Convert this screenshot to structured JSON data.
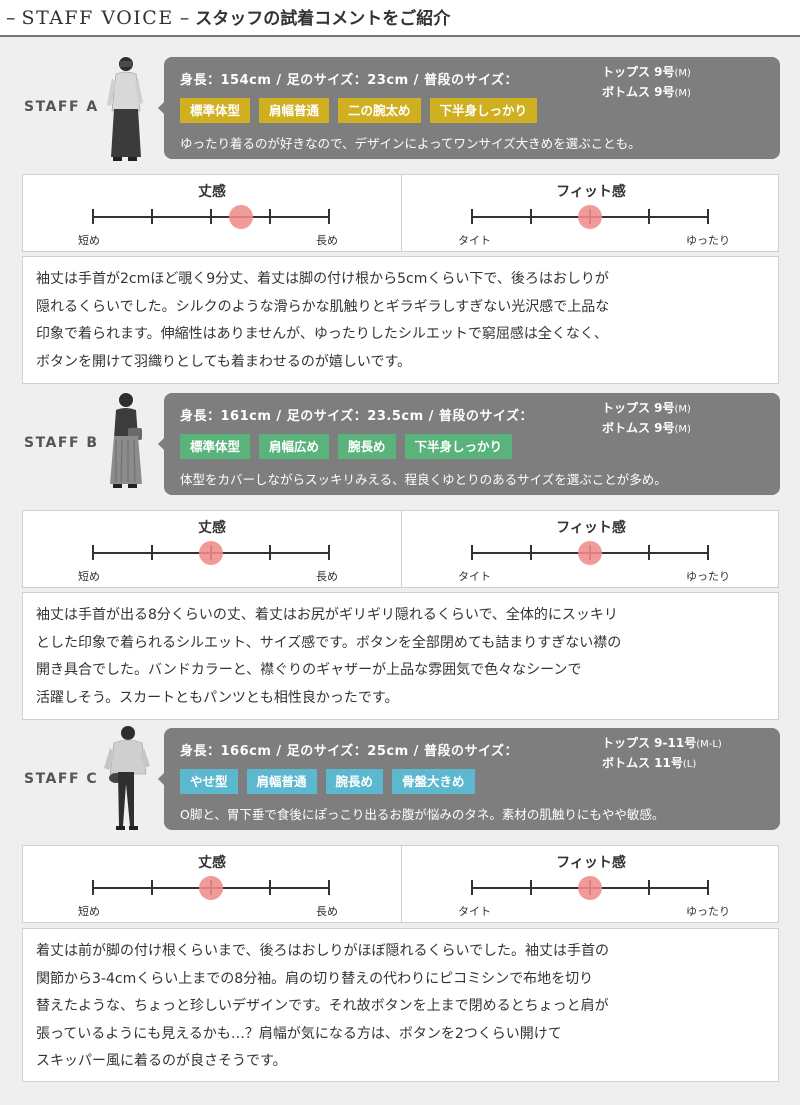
{
  "header": {
    "title_en": "STAFF VOICE",
    "title_ja": "スタッフの試着コメントをご紹介"
  },
  "staff": [
    {
      "label": "STAFF A",
      "stats": "身長：154cm / 足のサイズ：23cm / 普段のサイズ：",
      "tops": "トップス 9号",
      "tops_size": "(M)",
      "bottoms": "ボトムス 9号",
      "bottoms_size": "(M)",
      "tags": [
        "標準体型",
        "肩幅普通",
        "二の腕太め",
        "下半身しっかり"
      ],
      "tag_color": "#d0b021",
      "note": "ゆったり着るのが好きなので、デザインによってワンサイズ大きめを選ぶことも。",
      "length_title": "丈感",
      "length_min": "短め",
      "length_max": "長め",
      "length_level": 0.625,
      "fit_title": "フィット感",
      "fit_min": "タイト",
      "fit_max": "ゆったり",
      "fit_level": 0.5,
      "comment": [
        "袖丈は手首が2cmほど覗く9分丈、着丈は脚の付け根から5cmくらい下で、後ろはおしりが",
        "隠れるくらいでした。シルクのような滑らかな肌触りとギラギラしすぎない光沢感で上品な",
        "印象で着られます。伸縮性はありませんが、ゆったりしたシルエットで窮屈感は全くなく、",
        "ボタンを開けて羽織りとしても着まわせるのが嬉しいです。"
      ]
    },
    {
      "label": "STAFF B",
      "stats": "身長：161cm / 足のサイズ：23.5cm / 普段のサイズ：",
      "tops": "トップス 9号",
      "tops_size": "(M)",
      "bottoms": "ボトムス 9号",
      "bottoms_size": "(M)",
      "tags": [
        "標準体型",
        "肩幅広め",
        "腕長め",
        "下半身しっかり"
      ],
      "tag_color": "#5bb37c",
      "note": "体型をカバーしながらスッキリみえる、程良くゆとりのあるサイズを選ぶことが多め。",
      "length_title": "丈感",
      "length_min": "短め",
      "length_max": "長め",
      "length_level": 0.5,
      "fit_title": "フィット感",
      "fit_min": "タイト",
      "fit_max": "ゆったり",
      "fit_level": 0.5,
      "comment": [
        "袖丈は手首が出る8分くらいの丈、着丈はお尻がギリギリ隠れるくらいで、全体的にスッキリ",
        "とした印象で着られるシルエット、サイズ感です。ボタンを全部閉めても詰まりすぎない襟の",
        "開き具合でした。バンドカラーと、襟ぐりのギャザーが上品な雰囲気で色々なシーンで",
        "活躍しそう。スカートともパンツとも相性良かったです。"
      ]
    },
    {
      "label": "STAFF C",
      "stats": "身長：166cm / 足のサイズ：25cm / 普段のサイズ：",
      "tops": "トップス 9-11号",
      "tops_size": "(M-L)",
      "bottoms": "ボトムス 11号",
      "bottoms_size": "(L)",
      "tags": [
        "やせ型",
        "肩幅普通",
        "腕長め",
        "骨盤大きめ"
      ],
      "tag_color": "#5bb8cf",
      "note": "O脚と、胃下垂で食後にぽっこり出るお腹が悩みのタネ。素材の肌触りにもやや敏感。",
      "length_title": "丈感",
      "length_min": "短め",
      "length_max": "長め",
      "length_level": 0.5,
      "fit_title": "フィット感",
      "fit_min": "タイト",
      "fit_max": "ゆったり",
      "fit_level": 0.5,
      "comment": [
        "着丈は前が脚の付け根くらいまで、後ろはおしりがほぼ隠れるくらいでした。袖丈は手首の",
        "関節から3-4cmくらい上までの8分袖。肩の切り替えの代わりにピコミシンで布地を切り",
        "替えたような、ちょっと珍しいデザインです。それ故ボタンを上まで閉めるとちょっと肩が",
        "張っているようにも見えるかも…？肩幅が気になる方は、ボタンを2つくらい開けて",
        "スキッパー風に着るのが良さそうです。"
      ]
    }
  ]
}
